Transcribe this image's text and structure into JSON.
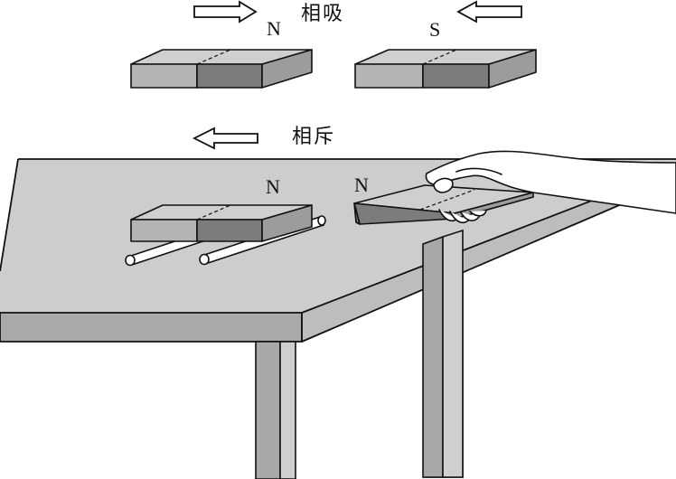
{
  "top": {
    "left_pole": "N",
    "right_pole": "S",
    "caption": "相吸"
  },
  "bottom": {
    "caption": "相斥",
    "table_magnet_pole": "N",
    "hand_magnet_pole": "N"
  },
  "colors": {
    "light_gray": "#b4b4b4",
    "dark_gray": "#7c7c7c",
    "top_face": "#cfcfcf",
    "table_top": "#cdcdcd",
    "table_edge": "#a9a9a9",
    "leg": "#a8a8a8",
    "outline": "#111111"
  }
}
